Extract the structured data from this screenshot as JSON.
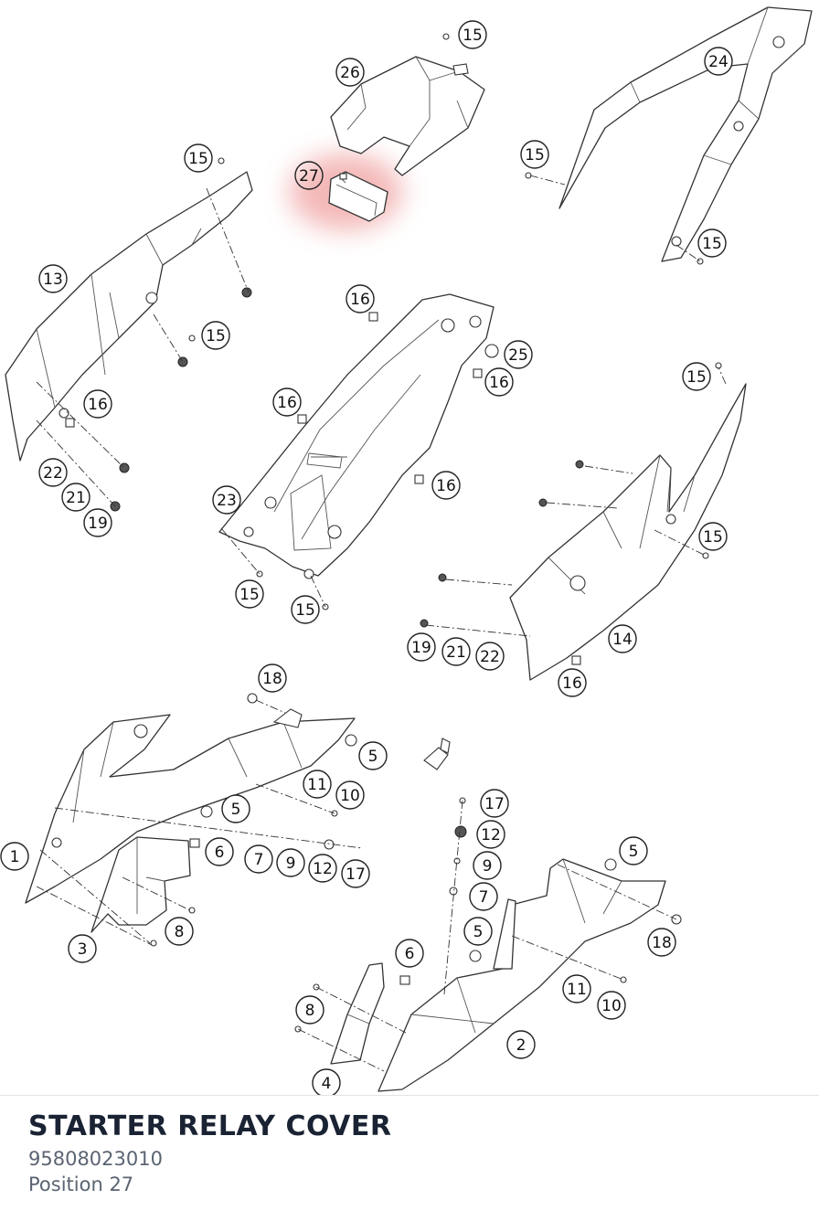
{
  "part": {
    "title": "STARTER RELAY COVER",
    "number": "95808023010",
    "position": "Position 27"
  },
  "diagram": {
    "highlight_color": "#f0a0a0",
    "highlighted_position": "27",
    "callouts": [
      {
        "id": "c1",
        "label": "15"
      },
      {
        "id": "c2",
        "label": "26"
      },
      {
        "id": "c3",
        "label": "24"
      },
      {
        "id": "c4",
        "label": "15"
      },
      {
        "id": "c5",
        "label": "27"
      },
      {
        "id": "c6",
        "label": "15"
      },
      {
        "id": "c7",
        "label": "15"
      },
      {
        "id": "c8",
        "label": "13"
      },
      {
        "id": "c9",
        "label": "16"
      },
      {
        "id": "c10",
        "label": "15"
      },
      {
        "id": "c11",
        "label": "25"
      },
      {
        "id": "c12",
        "label": "16"
      },
      {
        "id": "c13",
        "label": "15"
      },
      {
        "id": "c14",
        "label": "16"
      },
      {
        "id": "c15",
        "label": "16"
      },
      {
        "id": "c16",
        "label": "22"
      },
      {
        "id": "c17",
        "label": "21"
      },
      {
        "id": "c18",
        "label": "19"
      },
      {
        "id": "c19",
        "label": "23"
      },
      {
        "id": "c20",
        "label": "16"
      },
      {
        "id": "c21",
        "label": "15"
      },
      {
        "id": "c22",
        "label": "15"
      },
      {
        "id": "c23",
        "label": "15"
      },
      {
        "id": "c24",
        "label": "14"
      },
      {
        "id": "c25",
        "label": "19"
      },
      {
        "id": "c26",
        "label": "21"
      },
      {
        "id": "c27",
        "label": "22"
      },
      {
        "id": "c28",
        "label": "16"
      },
      {
        "id": "c29",
        "label": "18"
      },
      {
        "id": "c30",
        "label": "5"
      },
      {
        "id": "c31",
        "label": "11"
      },
      {
        "id": "c32",
        "label": "10"
      },
      {
        "id": "c33",
        "label": "5"
      },
      {
        "id": "c34",
        "label": "17"
      },
      {
        "id": "c35",
        "label": "12"
      },
      {
        "id": "c36",
        "label": "1"
      },
      {
        "id": "c37",
        "label": "6"
      },
      {
        "id": "c38",
        "label": "7"
      },
      {
        "id": "c39",
        "label": "9"
      },
      {
        "id": "c40",
        "label": "12"
      },
      {
        "id": "c41",
        "label": "17"
      },
      {
        "id": "c42",
        "label": "9"
      },
      {
        "id": "c43",
        "label": "7"
      },
      {
        "id": "c44",
        "label": "5"
      },
      {
        "id": "c45",
        "label": "8"
      },
      {
        "id": "c46",
        "label": "3"
      },
      {
        "id": "c47",
        "label": "5"
      },
      {
        "id": "c48",
        "label": "18"
      },
      {
        "id": "c49",
        "label": "6"
      },
      {
        "id": "c50",
        "label": "11"
      },
      {
        "id": "c51",
        "label": "10"
      },
      {
        "id": "c52",
        "label": "8"
      },
      {
        "id": "c53",
        "label": "2"
      },
      {
        "id": "c54",
        "label": "4"
      }
    ]
  }
}
